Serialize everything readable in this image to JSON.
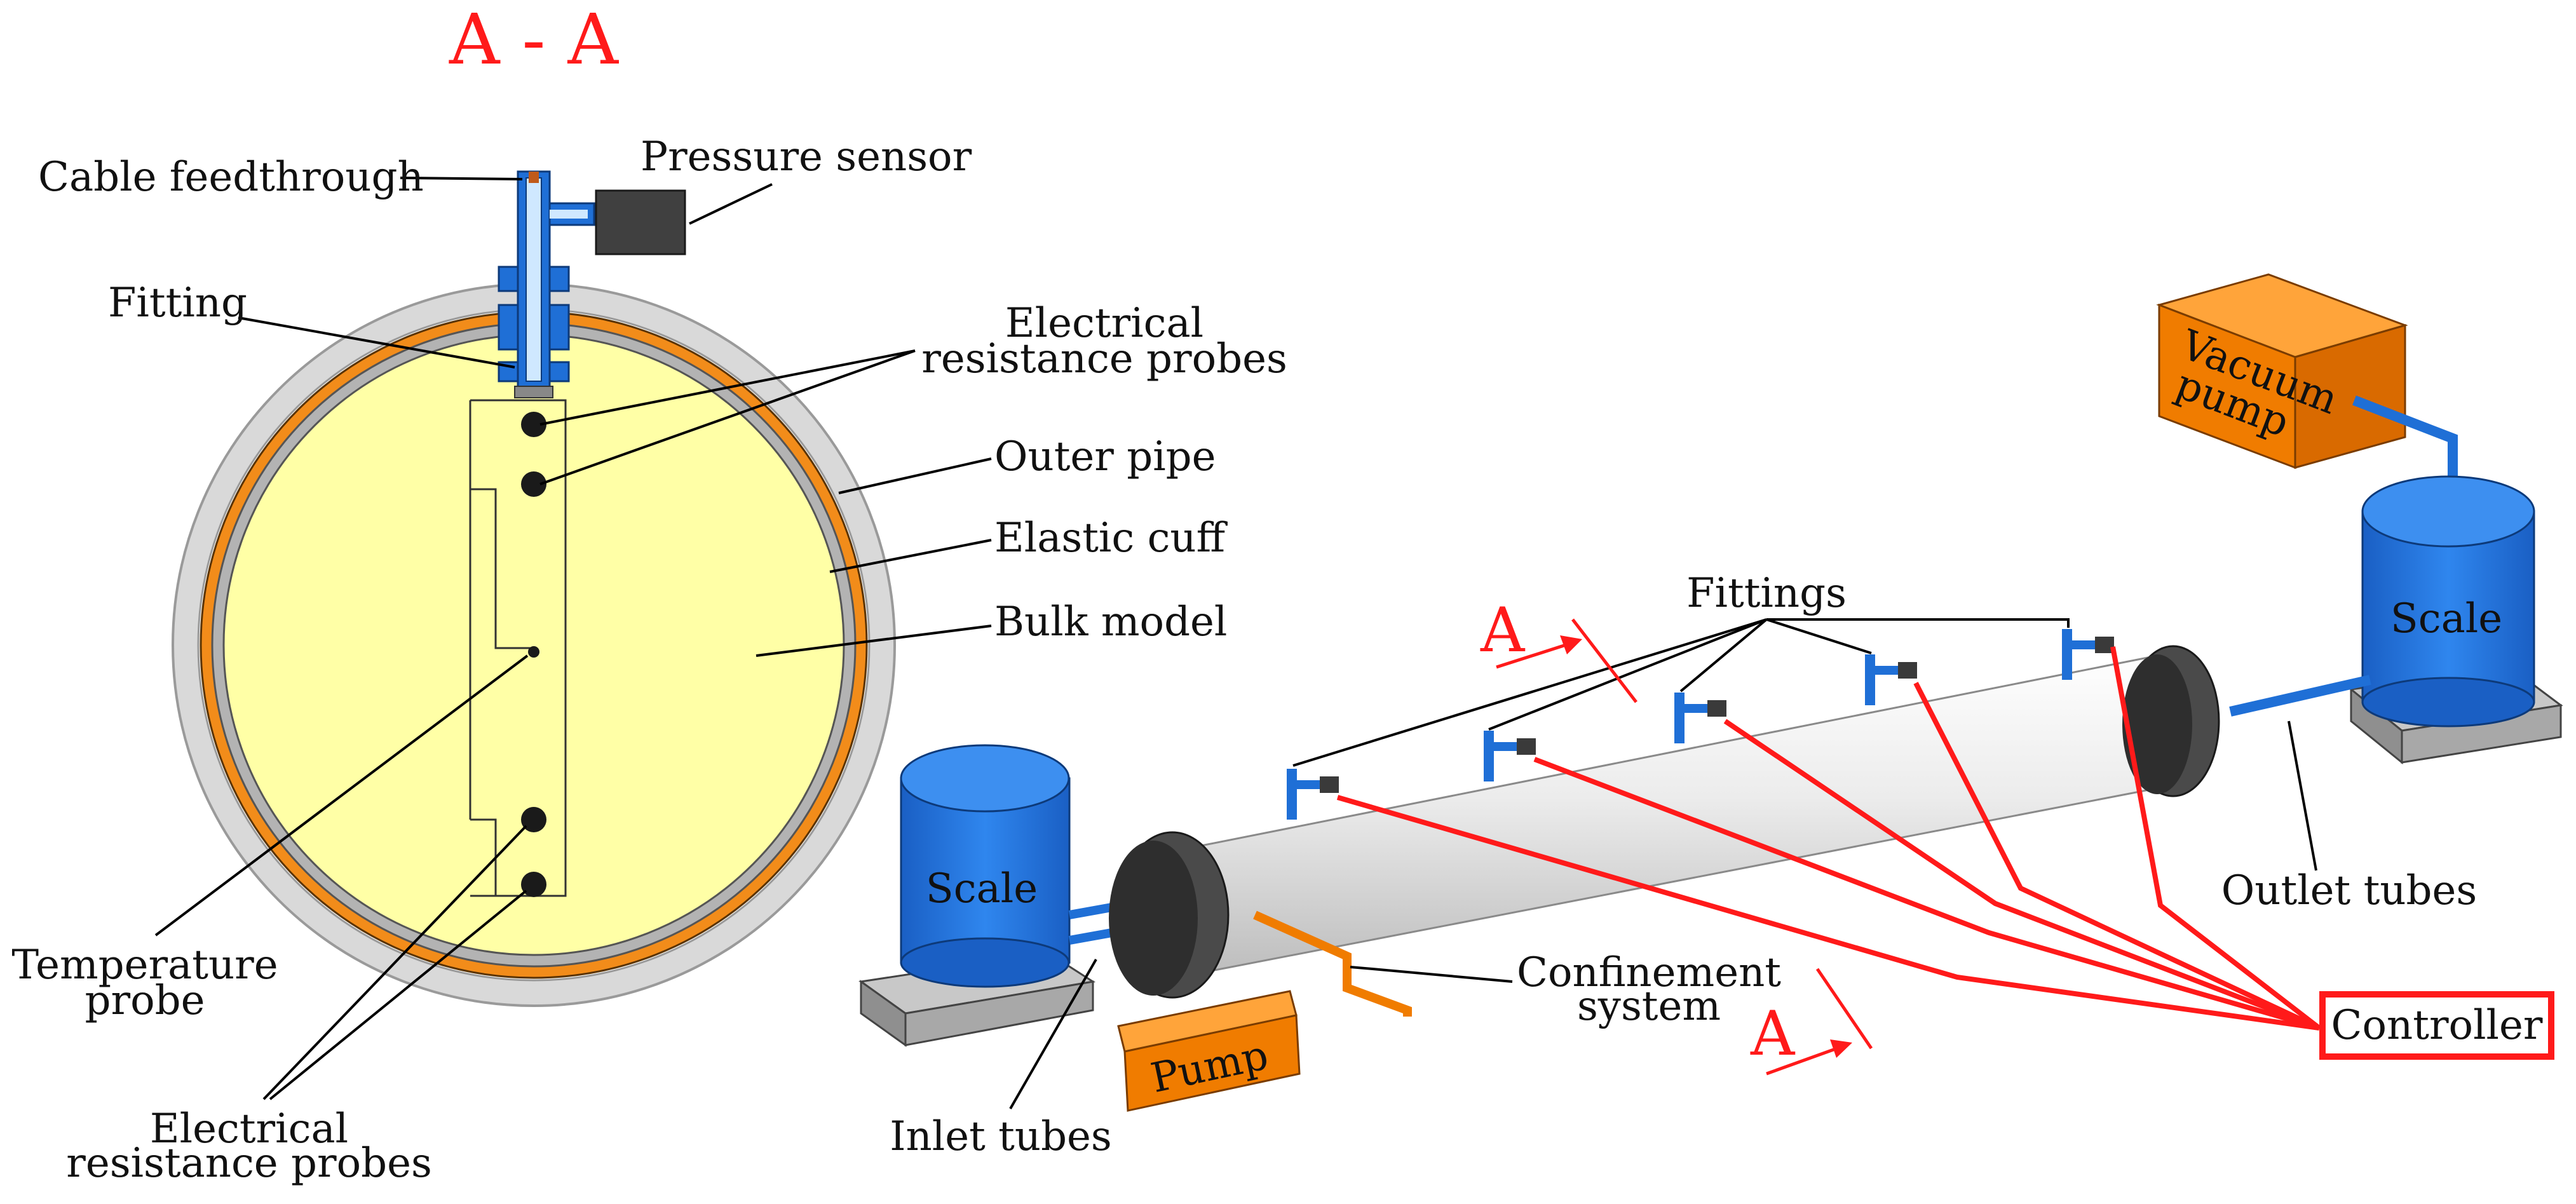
{
  "section_view": {
    "title": "A - A",
    "labels": {
      "cable_feedthrough": "Cable feedthrough",
      "pressure_sensor": "Pressure sensor",
      "fitting": "Fitting",
      "electrical_probes_top_1": "Electrical",
      "electrical_probes_top_2": "resistance probes",
      "outer_pipe": "Outer pipe",
      "elastic_cuff": "Elastic cuff",
      "bulk_model": "Bulk model",
      "temperature_probe_1": "Temperature",
      "temperature_probe_2": "probe",
      "electrical_probes_bottom_1": "Electrical",
      "electrical_probes_bottom_2": "resistance probes"
    }
  },
  "setup_view": {
    "section_marker": "A",
    "labels": {
      "fittings": "Fittings",
      "vacuum_pump_1": "Vacuum",
      "vacuum_pump_2": "pump",
      "scale_right": "Scale",
      "scale_left": "Scale",
      "outlet_tubes": "Outlet tubes",
      "inlet_tubes": "Inlet tubes",
      "confinement_1": "Confinement",
      "confinement_2": "system",
      "pump": "Pump",
      "controller": "Controller"
    }
  },
  "colors": {
    "accent_red": "#ff1a1a",
    "fitting_blue": "#1f6fd6",
    "pump_orange": "#f07c00",
    "bulk_yellow": "#ffffa6",
    "cuff_orange": "#f28c1a",
    "pipe_grey": "#d9d9d9",
    "cap_dark": "#3d3d3d"
  }
}
